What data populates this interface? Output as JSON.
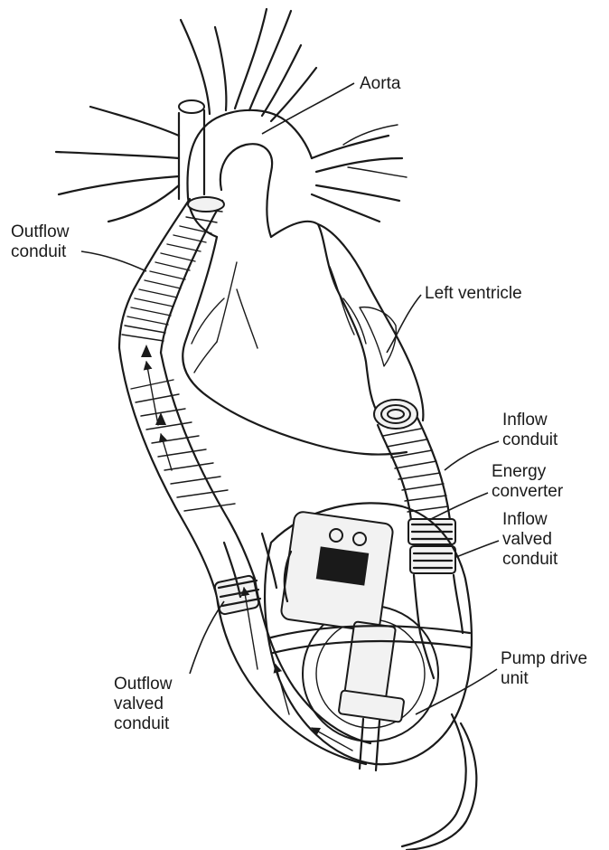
{
  "labels": {
    "aorta": "Aorta",
    "outflow_conduit": [
      "Outflow",
      "conduit"
    ],
    "left_ventricle": "Left ventricle",
    "inflow_conduit": [
      "Inflow",
      "conduit"
    ],
    "energy_converter": [
      "Energy",
      "converter"
    ],
    "inflow_valved_conduit": [
      "Inflow",
      "valved",
      "conduit"
    ],
    "pump_drive_unit": [
      "Pump drive",
      "unit"
    ],
    "outflow_valved_conduit": [
      "Outflow",
      "valved",
      "conduit"
    ]
  }
}
